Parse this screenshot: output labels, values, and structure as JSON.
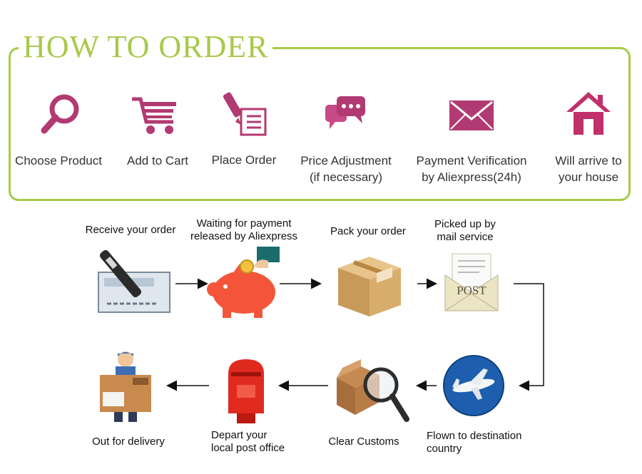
{
  "header": {
    "title": "HOW TO ORDER"
  },
  "colors": {
    "accent_green": "#a8c94a",
    "icon_magenta": "#b23a72"
  },
  "steps": [
    {
      "label": "Choose Product",
      "icon": "magnifier-icon"
    },
    {
      "label": "Add to Cart",
      "icon": "cart-icon"
    },
    {
      "label": "Place Order",
      "icon": "pen-document-icon"
    },
    {
      "label": "Price Adjustment\n(if necessary)",
      "icon": "chat-bubble-icon"
    },
    {
      "label": "Payment Verification\nby Aliexpress(24h)",
      "icon": "envelope-icon"
    },
    {
      "label": "Will arrive to\nyour house",
      "icon": "house-icon"
    }
  ],
  "process": [
    {
      "label": "Receive your order",
      "icon": "pen-check-icon"
    },
    {
      "label": "Waiting for payment\nreleased by Aliexpress",
      "icon": "piggy-bank-icon"
    },
    {
      "label": "Pack your order",
      "icon": "box-icon"
    },
    {
      "label": "Picked up by\nmail service",
      "icon": "post-envelope-icon"
    },
    {
      "label": "Flown to destination\ncountry",
      "icon": "airplane-icon"
    },
    {
      "label": "Clear Customs",
      "icon": "box-magnifier-icon"
    },
    {
      "label": "Depart your\nlocal post office",
      "icon": "mailbox-icon"
    },
    {
      "label": "Out for delivery",
      "icon": "delivery-man-icon"
    }
  ],
  "post_text": "POST"
}
